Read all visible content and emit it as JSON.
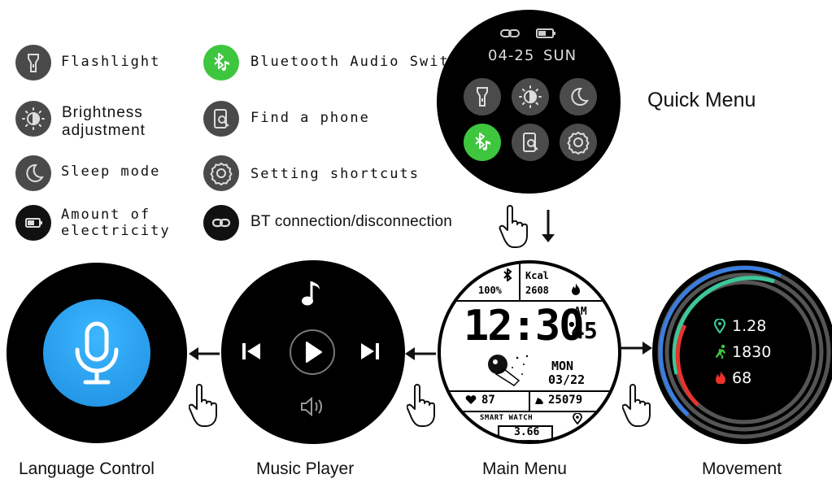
{
  "legend": {
    "flashlight": {
      "label": "Flashlight",
      "icon": "flashlight-icon"
    },
    "brightness": {
      "label_line1": "Brightness",
      "label_line2": "adjustment",
      "icon": "brightness-icon"
    },
    "sleep": {
      "label": "Sleep mode",
      "icon": "moon-icon"
    },
    "electricity": {
      "label_line1": "Amount of",
      "label_line2": "electricity",
      "icon": "battery-icon"
    },
    "bluetooth_audio": {
      "label": "Bluetooth Audio Switch",
      "icon": "bluetooth-music-icon"
    },
    "find_phone": {
      "label": "Find a phone",
      "icon": "find-phone-icon"
    },
    "settings": {
      "label": "Setting shortcuts",
      "icon": "gear-icon"
    },
    "bt_connection": {
      "label": "BT connection/disconnection",
      "icon": "link-icon"
    }
  },
  "quick_menu": {
    "title": "Quick Menu",
    "date": "04-25",
    "day": "SUN"
  },
  "main_menu": {
    "caption": "Main Menu",
    "battery": "100%",
    "kcal_label": "Kcal",
    "kcal": "2608",
    "time": "12:30",
    "ampm": "AM",
    "seconds": "45",
    "weekday": "MON",
    "date": "03/22",
    "heart_rate": "87",
    "steps": "25079",
    "brand": "SMART WATCH",
    "distance": "3.66"
  },
  "music_player": {
    "caption": "Music Player"
  },
  "language_control": {
    "caption": "Language Control"
  },
  "movement": {
    "caption": "Movement",
    "distance": "1.28",
    "steps": "1830",
    "calories": "68"
  },
  "colors": {
    "green": "#3ec63e",
    "blue_mic": "#1e9be8",
    "ring_blue": "#3b7ee0",
    "ring_teal": "#3cc79a",
    "ring_red": "#e8332a"
  }
}
